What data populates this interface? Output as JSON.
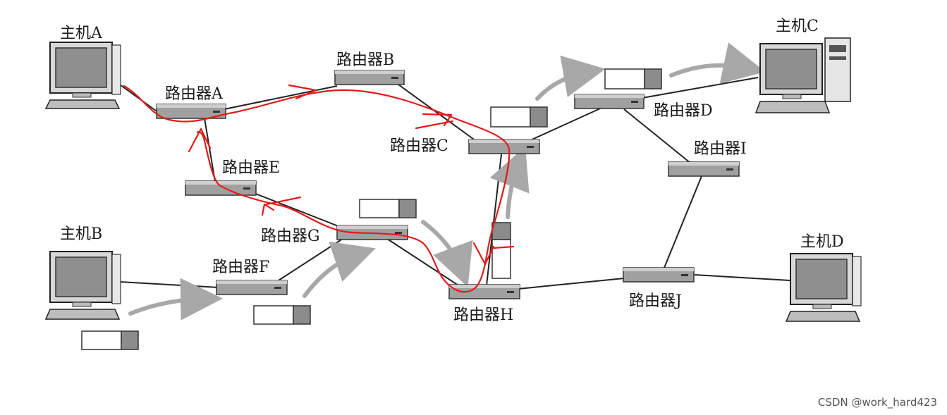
{
  "hosts": [
    {
      "id": "hostA",
      "label": "主机A"
    },
    {
      "id": "hostB",
      "label": "主机B"
    },
    {
      "id": "hostC",
      "label": "主机C"
    },
    {
      "id": "hostD",
      "label": "主机D"
    }
  ],
  "routers": [
    {
      "id": "rA",
      "label": "路由器A"
    },
    {
      "id": "rB",
      "label": "路由器B"
    },
    {
      "id": "rC",
      "label": "路由器C"
    },
    {
      "id": "rD",
      "label": "路由器D"
    },
    {
      "id": "rE",
      "label": "路由器E"
    },
    {
      "id": "rF",
      "label": "路由器F"
    },
    {
      "id": "rG",
      "label": "路由器G"
    },
    {
      "id": "rH",
      "label": "路由器H"
    },
    {
      "id": "rI",
      "label": "路由器I"
    },
    {
      "id": "rJ",
      "label": "路由器J"
    }
  ],
  "links": [
    [
      "hostA",
      "rA"
    ],
    [
      "rA",
      "rB"
    ],
    [
      "rB",
      "rC"
    ],
    [
      "rA",
      "rE"
    ],
    [
      "rE",
      "rG"
    ],
    [
      "hostB",
      "rF"
    ],
    [
      "rF",
      "rG"
    ],
    [
      "rG",
      "rH"
    ],
    [
      "rH",
      "rC"
    ],
    [
      "rC",
      "rD"
    ],
    [
      "rD",
      "hostC"
    ],
    [
      "rD",
      "rI"
    ],
    [
      "rI",
      "rJ"
    ],
    [
      "rH",
      "rJ"
    ],
    [
      "rJ",
      "hostD"
    ]
  ],
  "colors": {
    "link": "#222222",
    "device": "#9a9a9a",
    "packet_header": "#8c8c8c",
    "flow_arrow": "#a8a8a8",
    "annotation": "#e21b1b"
  },
  "watermark": "CSDN @work_hard423"
}
